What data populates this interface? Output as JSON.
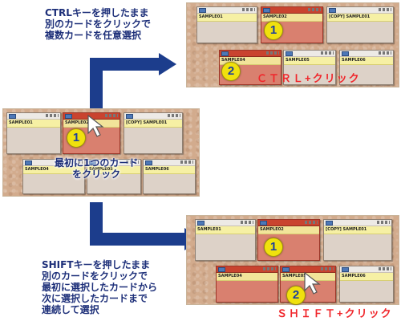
{
  "instructions": {
    "ctrl": [
      "CTRLキーを押したまま",
      "別のカードをクリックで",
      "複数カードを任意選択"
    ],
    "first": [
      "最初に1つのカード",
      "をクリック"
    ],
    "shift": [
      "SHIFTキーを押したまま",
      "別のカードをクリックで",
      "最初に選択したカードから",
      "次に選択したカードまで",
      "連続して選択"
    ]
  },
  "labels": {
    "ctrl_click": "ＣＴＲＬ+クリック",
    "shift_click": "ＳＨＩＦＴ+クリック"
  },
  "badges": {
    "one": "1",
    "two": "2"
  },
  "panels": {
    "middle": {
      "cards": [
        {
          "title": "SAMPLE01",
          "selected": false
        },
        {
          "title": "SAMPLE02",
          "selected": true
        },
        {
          "title": "[COPY] SAMPLE01",
          "selected": false
        },
        {
          "title": "SAMPLE04",
          "selected": false
        },
        {
          "title": "SAMPLE05",
          "selected": false
        },
        {
          "title": "SAMPLE06",
          "selected": false
        }
      ]
    },
    "top": {
      "cards": [
        {
          "title": "SAMPLE01",
          "selected": false
        },
        {
          "title": "SAMPLE02",
          "selected": true
        },
        {
          "title": "[COPY] SAMPLE01",
          "selected": false
        },
        {
          "title": "SAMPLE04",
          "selected": true
        },
        {
          "title": "SAMPLE05",
          "selected": false
        },
        {
          "title": "SAMPLE06",
          "selected": false
        }
      ]
    },
    "bottom": {
      "cards": [
        {
          "title": "SAMPLE01",
          "selected": false
        },
        {
          "title": "SAMPLE02",
          "selected": true
        },
        {
          "title": "[COPY] SAMPLE01",
          "selected": false
        },
        {
          "title": "SAMPLE04",
          "selected": true
        },
        {
          "title": "SAMPLE05",
          "selected": true
        },
        {
          "title": "SAMPLE06",
          "selected": false
        }
      ]
    }
  },
  "colors": {
    "arrow": "#1c3d8c",
    "selected_card": "#d9806f",
    "badge": "#f0e10e",
    "accent_text": "#f0262b"
  }
}
